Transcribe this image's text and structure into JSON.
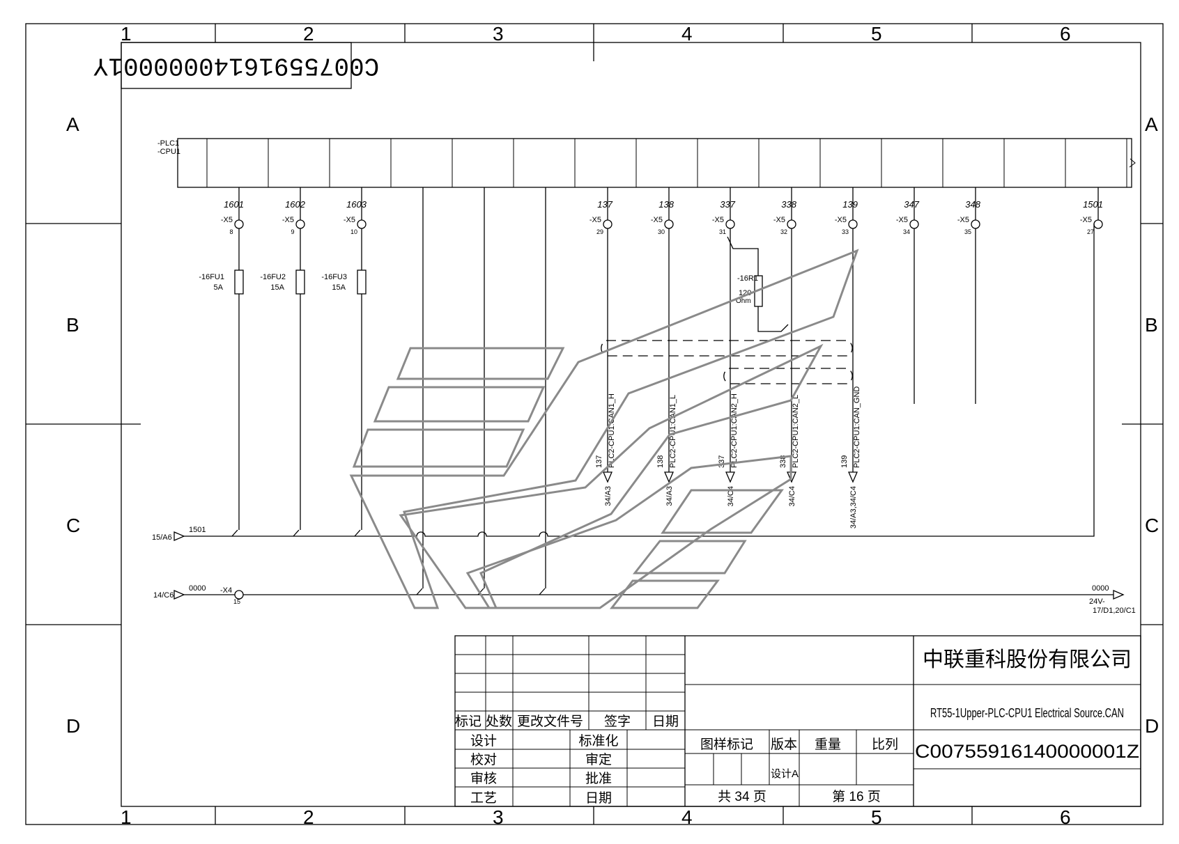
{
  "drawing_id_flipped": "C00755916140000001Y",
  "zone_columns": [
    "1",
    "2",
    "3",
    "4",
    "5",
    "6"
  ],
  "zone_rows": [
    "A",
    "B",
    "C",
    "D"
  ],
  "device_tag": [
    "-PLC1",
    "-CPU1"
  ],
  "wires": [
    {
      "num": "1601",
      "conn": "-X5",
      "pin": "8"
    },
    {
      "num": "1602",
      "conn": "-X5",
      "pin": "9"
    },
    {
      "num": "1603",
      "conn": "-X5",
      "pin": "10"
    },
    {
      "num": "137",
      "conn": "-X5",
      "pin": "29"
    },
    {
      "num": "138",
      "conn": "-X5",
      "pin": "30"
    },
    {
      "num": "337",
      "conn": "-X5",
      "pin": "31"
    },
    {
      "num": "338",
      "conn": "-X5",
      "pin": "32"
    },
    {
      "num": "139",
      "conn": "-X5",
      "pin": "33"
    },
    {
      "num": "347",
      "conn": "-X5",
      "pin": "34"
    },
    {
      "num": "348",
      "conn": "-X5",
      "pin": "35"
    },
    {
      "num": "1501",
      "conn": "-X5",
      "pin": "27"
    }
  ],
  "fuses": [
    {
      "tag": "-16FU1",
      "rating": "5A"
    },
    {
      "tag": "-16FU2",
      "rating": "15A"
    },
    {
      "tag": "-16FU3",
      "rating": "15A"
    }
  ],
  "resistor": {
    "tag": "-16R1",
    "value": "120",
    "unit": "Ohm"
  },
  "can_signals": [
    {
      "num": "137",
      "name": "PLC2-CPU1:CAN1_H",
      "ref": "34/A3"
    },
    {
      "num": "138",
      "name": "PLC2-CPU1:CAN1_L",
      "ref": "34/A3"
    },
    {
      "num": "337",
      "name": "PLC2-CPU1:CAN2_H",
      "ref": "34/C4"
    },
    {
      "num": "338",
      "name": "PLC2-CPU1:CAN2_L",
      "ref": "34/C4"
    },
    {
      "num": "139",
      "name": "PLC2-CPU1:CAN_GND",
      "ref": "34/A3,34/C4"
    }
  ],
  "bus_1501": {
    "ref": "15/A6",
    "num": "1501"
  },
  "bus_0000": {
    "ref": "14/C6",
    "num": "0000",
    "conn": "-X4",
    "pin": "15",
    "out_num": "0000",
    "out_label": "24V-",
    "out_ref": "17/D1,20/C1"
  },
  "title_block": {
    "rev_headers": [
      "标记",
      "处数",
      "更改文件号",
      "签字",
      "日期"
    ],
    "roles": [
      "设计",
      "校对",
      "审核",
      "工艺"
    ],
    "approvals": [
      "标准化",
      "审定",
      "批准",
      "日期"
    ],
    "pattern_mark": "图样标记",
    "version": "版本",
    "weight": "重量",
    "scale": "比列",
    "design_a": "设计A",
    "total_pages": "共 34 页",
    "page_no": "第 16 页",
    "company": "中联重科股份有限公司",
    "drawing_title": "RT55-1Upper-PLC-CPU1 Electrical Source.CAN",
    "drawing_number": "C00755916140000001Z"
  }
}
